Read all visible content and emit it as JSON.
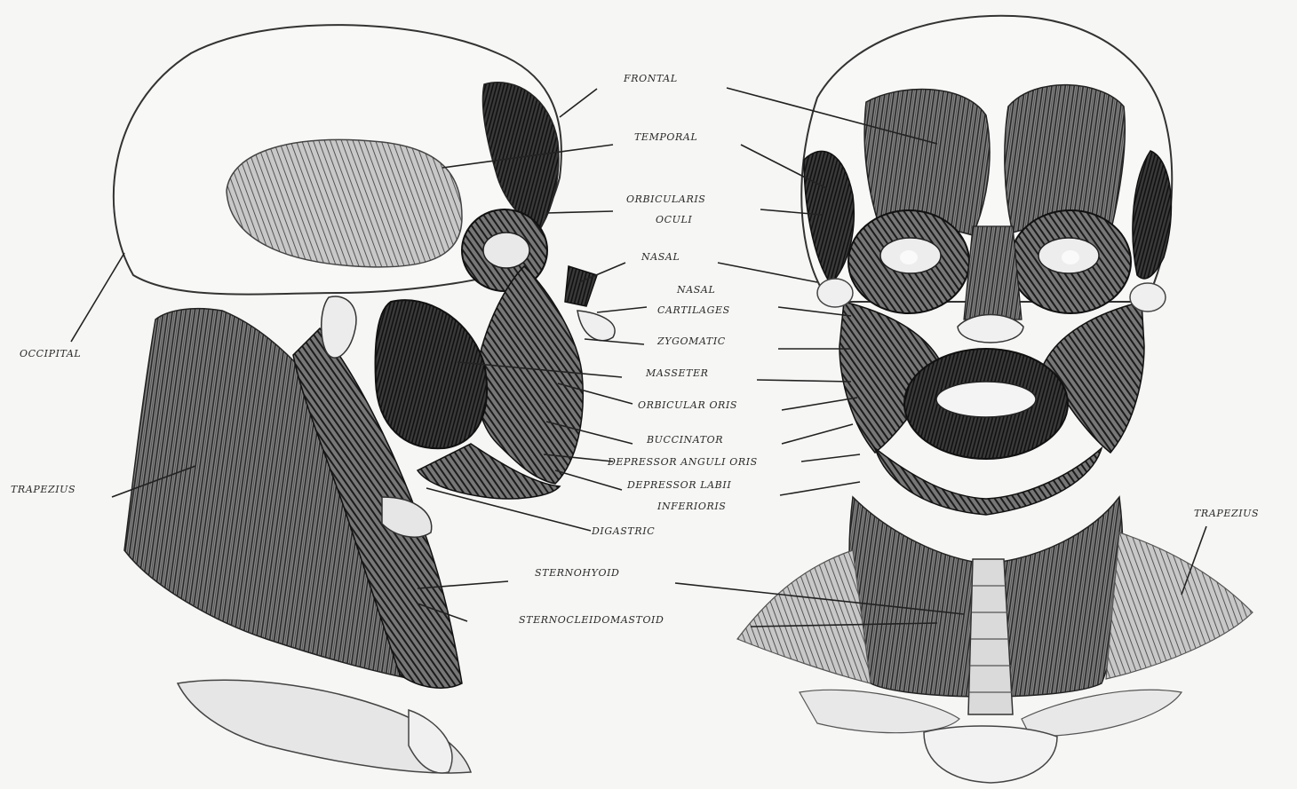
{
  "labels": {
    "frontal": "FRONTAL",
    "temporal": "TEMPORAL",
    "orbicularis_oculi_1": "ORBICULARIS",
    "orbicularis_oculi_2": "OCULI",
    "nasal": "NASAL",
    "nasal_cartilages_1": "NASAL",
    "nasal_cartilages_2": "CARTILAGES",
    "zygomatic": "ZYGOMATIC",
    "masseter": "MASSETER",
    "orbicularis_oris": "ORBICULAR ORIS",
    "buccinator": "BUCCINATOR",
    "depressor_anguli": "DEPRESSOR ANGULI ORIS",
    "depressor_labii_1": "DEPRESSOR LABII",
    "depressor_labii_2": "INFERIORIS",
    "digastric": "DIGASTRIC",
    "sternohyoid": "STERNOHYOID",
    "sternocleidomastoid": "STERNOCLEIDOMASTOID",
    "occipital": "OCCIPITAL",
    "trapezius_left": "TRAPEZIUS",
    "trapezius_right": "TRAPEZIUS"
  }
}
